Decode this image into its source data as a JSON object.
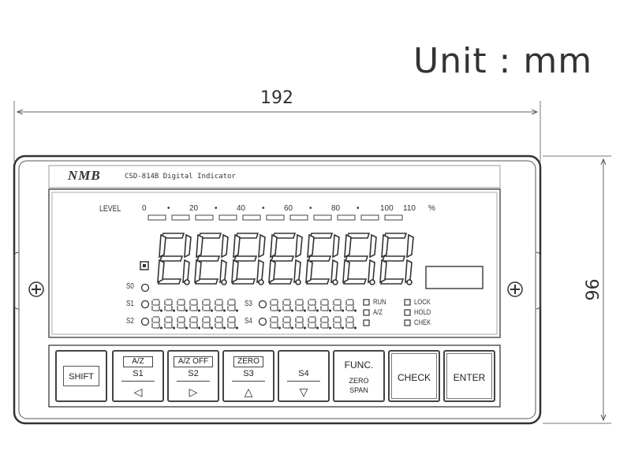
{
  "unit_label": "Unit : mm",
  "width_dim": "192",
  "height_dim": "96",
  "brand": "NMB",
  "model_text": "CSD-814B Digital Indicator",
  "level": {
    "label": "LEVEL",
    "ticks": [
      "0",
      "•",
      "20",
      "•",
      "40",
      "•",
      "60",
      "•",
      "80",
      "•",
      "100",
      "110",
      "%"
    ]
  },
  "indicators": {
    "s0": "S0",
    "s1": "S1",
    "s2": "S2",
    "s3": "S3",
    "s4": "S4",
    "run": "RUN",
    "az": "A/Z",
    "lock": "LOCK",
    "hold": "HOLD",
    "chek": "CHEK"
  },
  "keys": [
    {
      "id": "shift",
      "main": "SHIFT"
    },
    {
      "id": "s1",
      "box": "A/Z",
      "main": "S1",
      "arrow": "◁"
    },
    {
      "id": "s2",
      "box": "A/Z OFF",
      "main": "S2",
      "arrow": "▷"
    },
    {
      "id": "s3",
      "box": "ZERO",
      "main": "S3",
      "arrow": "△"
    },
    {
      "id": "s4",
      "main": "S4",
      "arrow": "▽"
    },
    {
      "id": "func",
      "main": "FUNC.",
      "sub1": "ZERO",
      "sub2": "SPAN"
    },
    {
      "id": "check",
      "main": "CHECK"
    },
    {
      "id": "enter",
      "main": "ENTER"
    }
  ]
}
